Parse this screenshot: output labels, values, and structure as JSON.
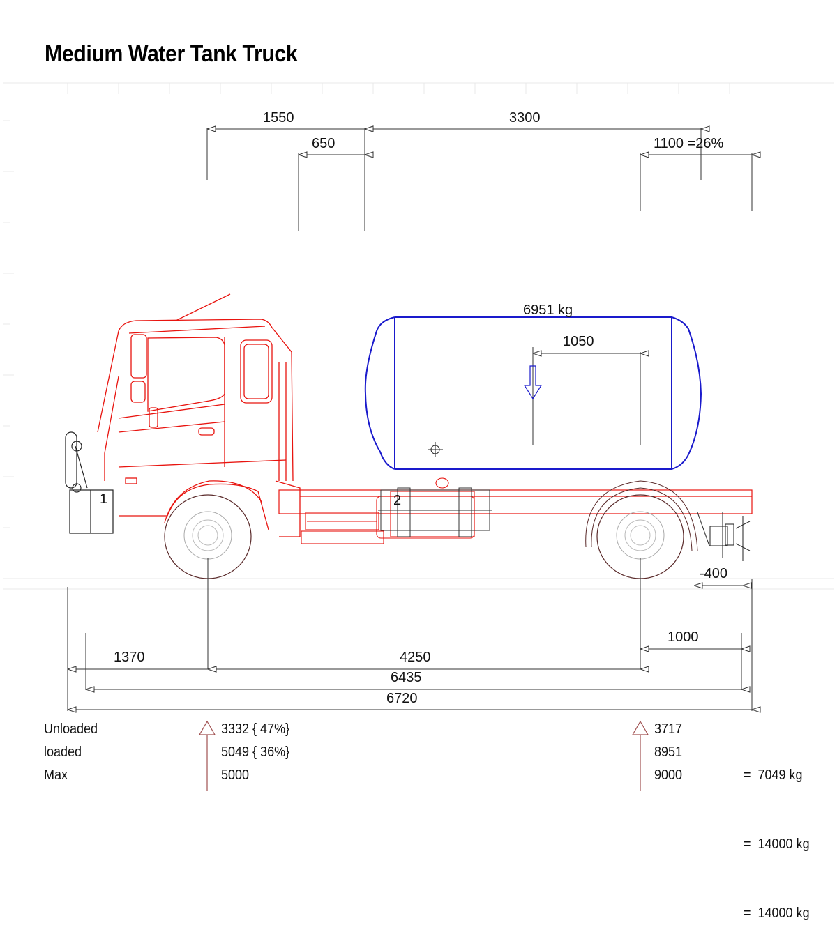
{
  "title": "Medium Water Tank Truck",
  "colors": {
    "cab": "#e8140f",
    "tank": "#1a1acc",
    "dimension": "#333333",
    "wheel": "#5a2a2a",
    "load_arrow": "#a05050",
    "grid": "#e6e6e6"
  },
  "top_dimensions": {
    "cab_to_front_axle": "1550",
    "cab_offset": "650",
    "body_length": "3300",
    "rear_overhang_pct": "1100 =26%"
  },
  "tank": {
    "weight_label": "6951 kg",
    "cog_offset": "1050",
    "label_fuel_tank": "2",
    "label_bumper": "1"
  },
  "side_dimensions": {
    "hitch_offset": "-400"
  },
  "bottom_dimensions": {
    "front_overhang": "1370",
    "wheelbase": "4250",
    "rear_overhang": "1000",
    "frame_length": "6435",
    "overall_length": "6720"
  },
  "axle_loads": {
    "rows": [
      {
        "label": "Unloaded",
        "front": "3332 { 47%}",
        "rear": "3717",
        "total": "=  7049 kg"
      },
      {
        "label": "loaded",
        "front": "5049 { 36%}",
        "rear": "8951",
        "total": "=  14000 kg"
      },
      {
        "label": "Max",
        "front": "5000",
        "rear": "9000",
        "total": "=  14000 kg"
      }
    ]
  }
}
